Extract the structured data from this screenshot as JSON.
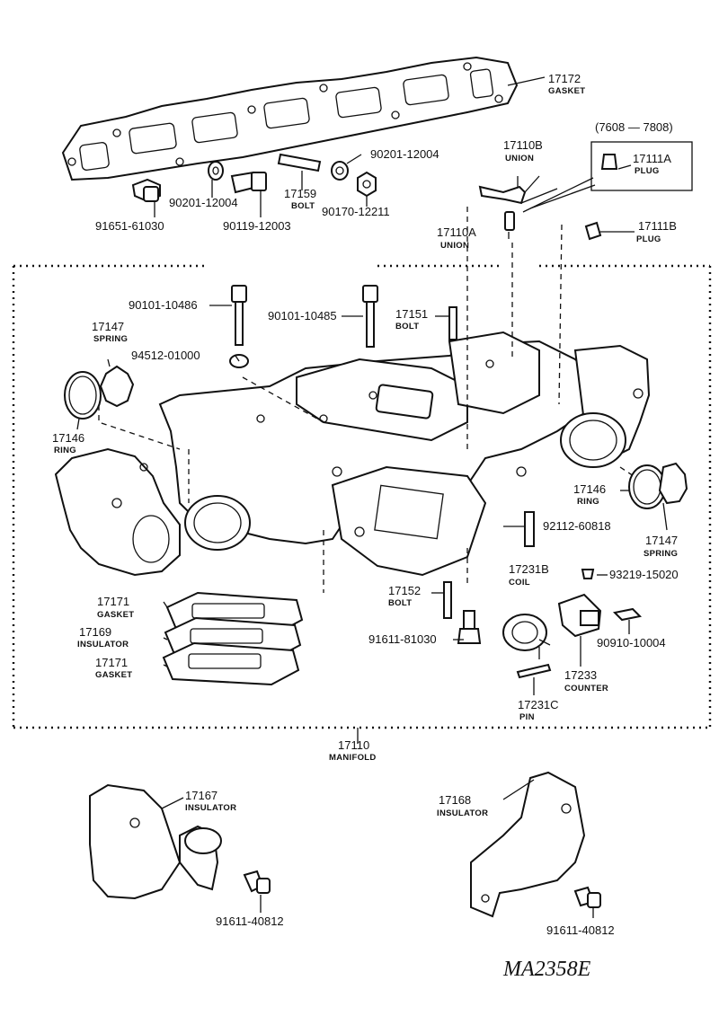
{
  "diagram": {
    "drawing_code": "MA2358E",
    "group_label": {
      "number": "17110",
      "name": "MANIFOLD"
    },
    "date_range_label": "(7608 — 7808)",
    "labels": {
      "p17172": {
        "number": "17172",
        "name": "GASKET"
      },
      "p90201a": {
        "number": "90201-12004"
      },
      "p17110B": {
        "number": "17110B",
        "name": "UNION"
      },
      "p17111A": {
        "number": "17111A",
        "name": "PLUG"
      },
      "p90201b": {
        "number": "90201-12004"
      },
      "p17159": {
        "number": "17159",
        "name": "BOLT"
      },
      "p90170": {
        "number": "90170-12211"
      },
      "p91651": {
        "number": "91651-61030"
      },
      "p90119": {
        "number": "90119-12003"
      },
      "p17110A": {
        "number": "17110A",
        "name": "UNION"
      },
      "p17111B": {
        "number": "17111B",
        "name": "PLUG"
      },
      "p90101a": {
        "number": "90101-10486"
      },
      "p90101b": {
        "number": "90101-10485"
      },
      "p17151": {
        "number": "17151",
        "name": "BOLT"
      },
      "p17147a": {
        "number": "17147",
        "name": "SPRING"
      },
      "p94512": {
        "number": "94512-01000"
      },
      "p17146a": {
        "number": "17146",
        "name": "RING"
      },
      "p17146b": {
        "number": "17146",
        "name": "RING"
      },
      "p92112": {
        "number": "92112-60818"
      },
      "p17147b": {
        "number": "17147",
        "name": "SPRING"
      },
      "p17231B": {
        "number": "17231B",
        "name": "COIL"
      },
      "p93219": {
        "number": "93219-15020"
      },
      "p17152": {
        "number": "17152",
        "name": "BOLT"
      },
      "p17171a": {
        "number": "17171",
        "name": "GASKET"
      },
      "p17169": {
        "number": "17169",
        "name": "INSULATOR"
      },
      "p17171b": {
        "number": "17171",
        "name": "GASKET"
      },
      "p91611a": {
        "number": "91611-81030"
      },
      "p90910": {
        "number": "90910-10004"
      },
      "p17233": {
        "number": "17233",
        "name": "COUNTER"
      },
      "p17231C": {
        "number": "17231C",
        "name": "PIN"
      },
      "p17167": {
        "number": "17167",
        "name": "INSULATOR"
      },
      "p17168": {
        "number": "17168",
        "name": "INSULATOR"
      },
      "p91611b": {
        "number": "91611-40812"
      },
      "p91611c": {
        "number": "91611-40812"
      }
    }
  }
}
